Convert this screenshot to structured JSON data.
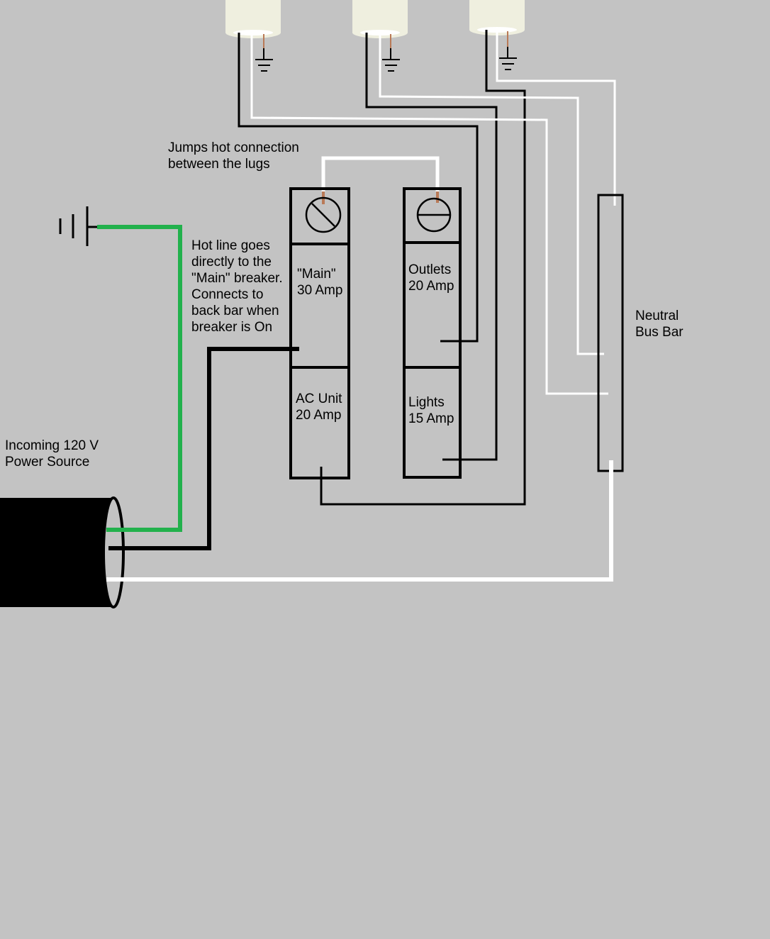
{
  "annotations": {
    "jumps": [
      "Jumps hot connection",
      "between the lugs"
    ],
    "hot_line": [
      "Hot line goes",
      "directly to the",
      "\"Main\" breaker.",
      "Connects to",
      "back bar when",
      "breaker is On"
    ],
    "incoming": [
      "Incoming 120 V",
      "Power Source"
    ],
    "neutral_bus": [
      "Neutral",
      "Bus Bar"
    ]
  },
  "breakers": {
    "main": [
      "\"Main\"",
      "30 Amp"
    ],
    "ac_unit": [
      "AC Unit",
      "20 Amp"
    ],
    "outlets": [
      "Outlets",
      "20 Amp"
    ],
    "lights": [
      "Lights",
      "15 Amp"
    ]
  },
  "colors": {
    "background": "#c3c3c3",
    "hot_wire": "#000000",
    "neutral_wire": "#ffffff",
    "ground_wire": "#22b14c",
    "copper_lug": "#b97a57",
    "fixture": "#efefdf"
  }
}
